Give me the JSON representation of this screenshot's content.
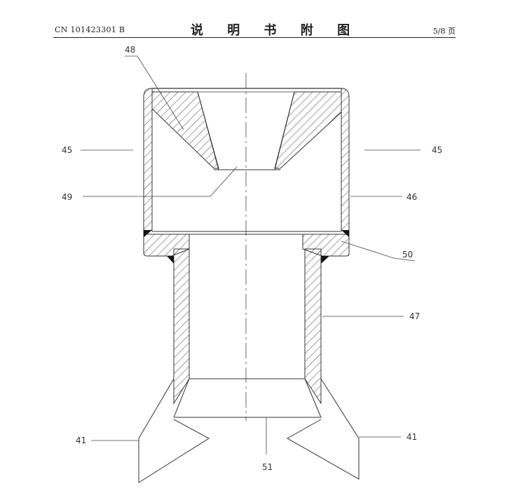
{
  "header": {
    "patent_number": "CN 101423301 B",
    "title": "说 明 书 附 图",
    "page": "5/8 页"
  },
  "figure": {
    "labels": {
      "l48": "48",
      "l45a": "45",
      "l45b": "45",
      "l49": "49",
      "l46": "46",
      "l50": "50",
      "l47": "47",
      "l41a": "41",
      "l41b": "41",
      "l51": "51"
    }
  }
}
